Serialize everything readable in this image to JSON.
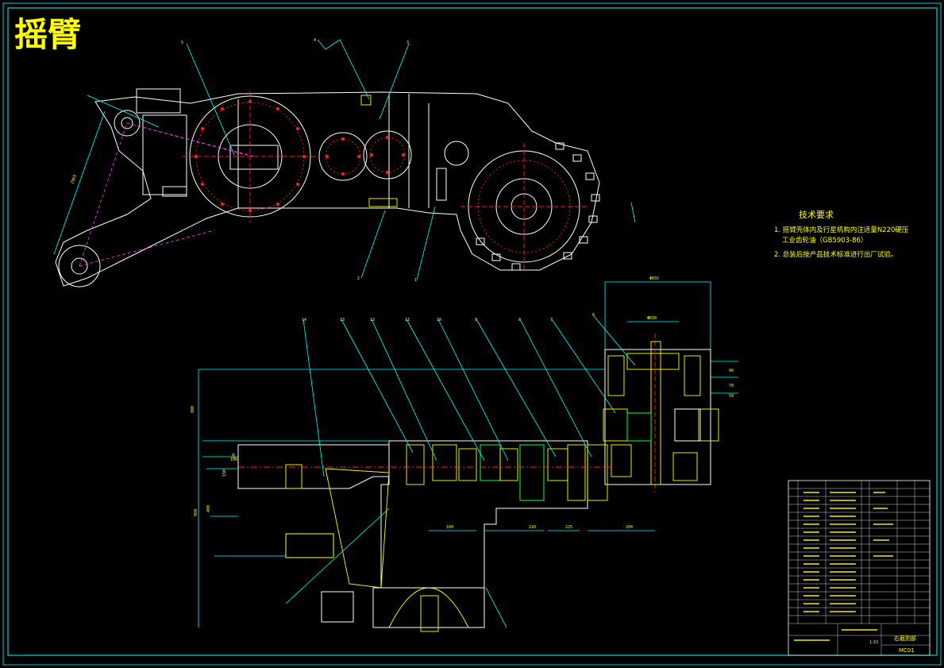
{
  "drawing": {
    "title": "摇臂",
    "tech_requirements": {
      "heading": "技术要求",
      "items": [
        "1. 摇臂壳体内及行星机构内注适量N220硬压",
        "工业齿轮油（GB5903-86）",
        "2. 总装后按产品技术标准进行出厂试验。"
      ]
    },
    "dimensions": {
      "d_top_overall": "ΦR55",
      "d_top_inner": "ΦR30",
      "d_left_height": "800",
      "d_left_a": "100",
      "d_left_b": "20",
      "d_left_c": "150",
      "d_left_total": "960",
      "d_left_d": "400",
      "d_bottom_1": "160",
      "d_bottom_2": "210",
      "d_bottom_3": "225",
      "d_bottom_4": "204",
      "d_right_1": "90",
      "d_right_2": "70",
      "d_right_3": "50",
      "d_arm": "2965"
    },
    "balloons": [
      "14",
      "13",
      "12",
      "11",
      "10",
      "9",
      "8",
      "7",
      "6",
      "5",
      "4",
      "3",
      "2",
      "1"
    ],
    "title_block": {
      "drawing_name": "右截割部",
      "drawing_no": "MC01",
      "sheet": "1:10"
    }
  },
  "colors": {
    "background": "#000000",
    "frame": "#00ffff",
    "title": "#ffff00",
    "outline": "#ffffff",
    "centerline": "#ff2020",
    "section": "#ffff00",
    "leader": "#00ffff"
  }
}
